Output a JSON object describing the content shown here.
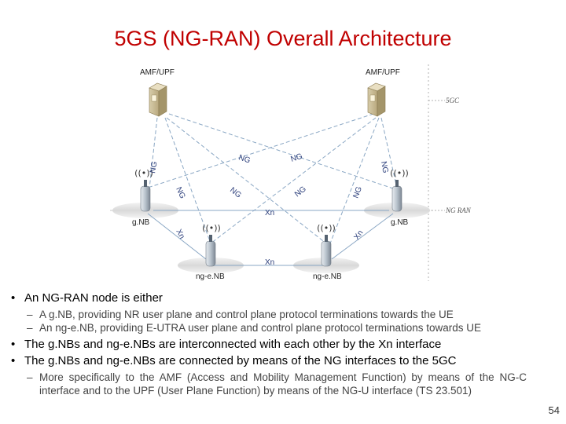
{
  "slide": {
    "title": "5GS (NG-RAN) Overall Architecture",
    "page_number": "54"
  },
  "diagram": {
    "core": {
      "left_node": "AMF/UPF",
      "right_node": "AMF/UPF",
      "zone_label": "5GC"
    },
    "ran": {
      "zone_label": "NG RAN",
      "left_gnb": "g.NB",
      "right_gnb": "g.NB",
      "left_ngenb": "ng-e.NB",
      "right_ngenb": "ng-e.NB"
    },
    "interfaces": {
      "ng": "NG",
      "xn": "Xn"
    }
  },
  "bullets": [
    {
      "text": "An NG-RAN node is either",
      "subs": [
        "A g.NB, providing NR user plane and control plane protocol terminations towards the UE",
        "An ng-e.NB, providing E-UTRA user plane and control plane protocol terminations towards UE"
      ]
    },
    {
      "text": "The g.NBs and ng-e.NBs are interconnected with each other by the Xn interface",
      "subs": []
    },
    {
      "text": "The g.NBs and ng-e.NBs are connected by means of the NG interfaces to the 5GC",
      "subs": [
        "More specifically to the AMF (Access and Mobility Management Function) by means of the NG-C interface and to the UPF (User Plane Function) by means of the NG-U interface (TS 23.501)"
      ]
    }
  ],
  "colors": {
    "title": "#c00000",
    "interface_line": "#8aa7c4",
    "interface_label": "#2a3d7a"
  }
}
